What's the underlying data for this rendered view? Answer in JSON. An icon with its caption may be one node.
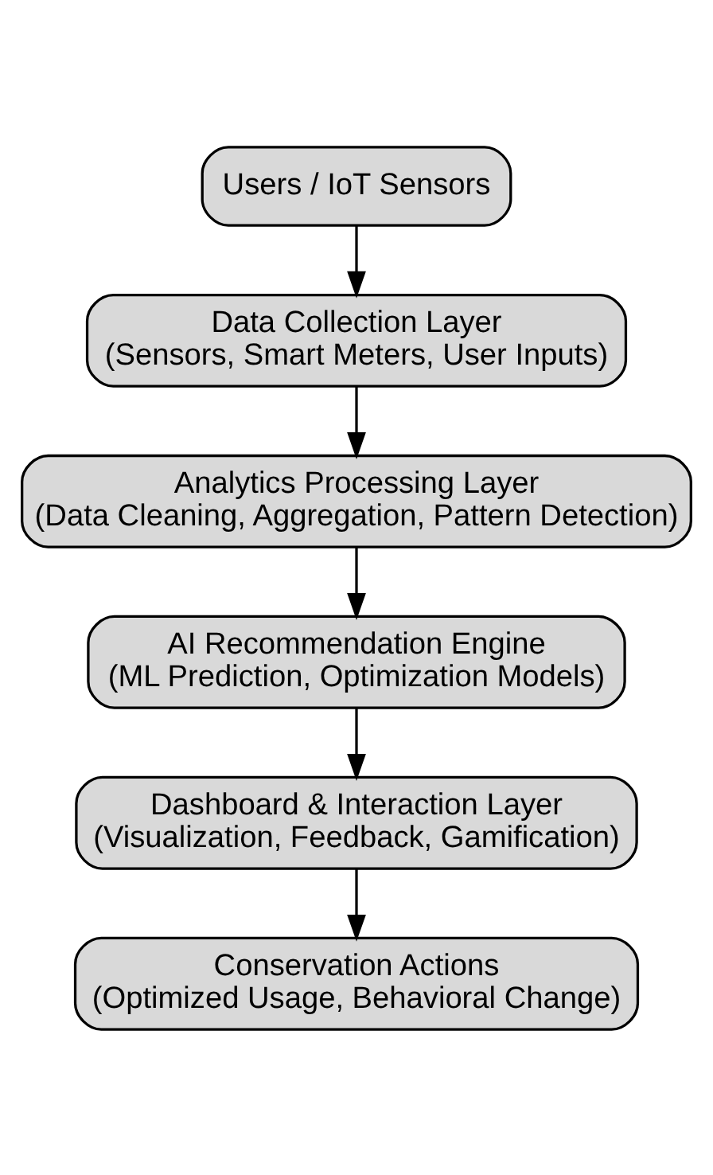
{
  "diagram": {
    "nodes": [
      {
        "text": [
          "Users / IoT Sensors"
        ]
      },
      {
        "text": [
          "Data Collection Layer",
          "(Sensors, Smart Meters, User Inputs)"
        ]
      },
      {
        "text": [
          "Analytics Processing Layer",
          "(Data Cleaning, Aggregation, Pattern Detection)"
        ]
      },
      {
        "text": [
          "AI Recommendation Engine",
          "(ML Prediction, Optimization Models)"
        ]
      },
      {
        "text": [
          "Dashboard & Interaction Layer",
          "(Visualization, Feedback, Gamification)"
        ]
      },
      {
        "text": [
          "Conservation Actions",
          "(Optimized Usage, Behavioral Change)"
        ]
      }
    ],
    "edges": [
      {
        "from": 0,
        "to": 1,
        "arrow": "to"
      },
      {
        "from": 1,
        "to": 2,
        "arrow": "to"
      },
      {
        "from": 2,
        "to": 3,
        "arrow": "to"
      },
      {
        "from": 3,
        "to": 4,
        "arrow": "to"
      },
      {
        "from": 4,
        "to": 5,
        "arrow": "to"
      }
    ]
  }
}
